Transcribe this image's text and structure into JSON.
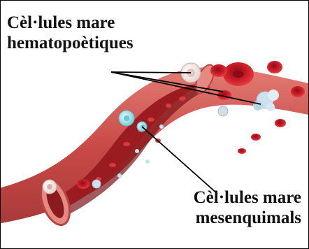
{
  "labels": {
    "hematopoietic": [
      "Cèl·lules mare",
      "hematopoètiques"
    ],
    "mesenchymal": [
      "Cèl·lules mare",
      "mesenquimals"
    ]
  },
  "colors": {
    "vessel_outer": "#c94a47",
    "vessel_wall": "#d96a63",
    "vessel_lumen": "#9a1c20",
    "red_cell": "#d31f2a",
    "hematopoietic_cell": "#f2e6e2",
    "mesenchymal_cell": "#9fe0ea",
    "platelet": "#cfe1ee"
  },
  "icons": {
    "red_blood_cell": "red-blood-cell-icon",
    "hematopoietic_stem_cell": "hematopoietic-stem-cell-icon",
    "mesenchymal_stem_cell": "mesenchymal-stem-cell-icon",
    "platelet": "platelet-icon"
  }
}
